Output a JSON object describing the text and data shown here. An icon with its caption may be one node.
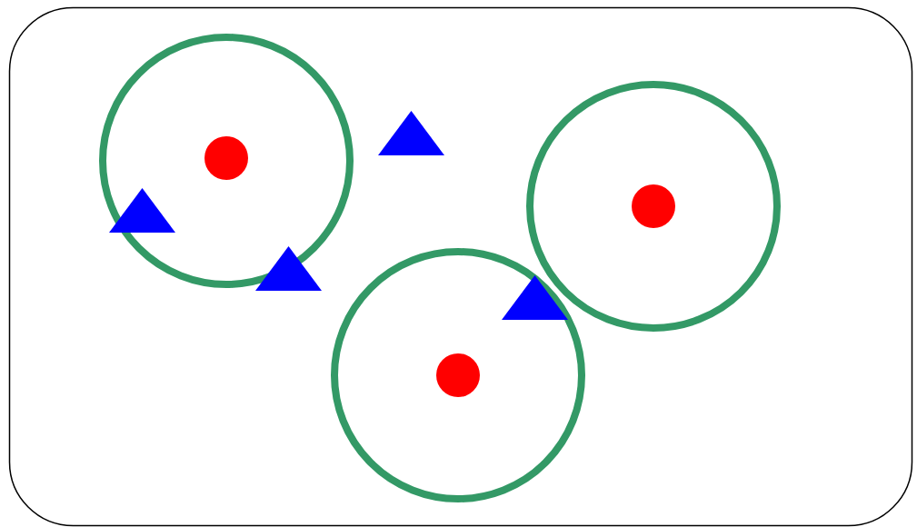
{
  "diagram": {
    "nodes": [
      {
        "text": [],
        "shape": "box"
      },
      {
        "text": [],
        "shape": "circle",
        "in": 0
      },
      {
        "text": [],
        "shape": "dot",
        "in": 1
      },
      {
        "text": [],
        "shape": "circle",
        "in": 0
      },
      {
        "text": [],
        "shape": "dot",
        "in": 3
      },
      {
        "text": [],
        "shape": "circle",
        "in": 0
      },
      {
        "text": [],
        "shape": "dot",
        "in": 5
      },
      {
        "text": [],
        "shape": "triangle",
        "in": 0
      },
      {
        "text": [],
        "shape": "triangle",
        "in": 1
      },
      {
        "text": [],
        "shape": "triangle",
        "in": 0
      },
      {
        "text": [],
        "shape": "triangle",
        "in": 5
      }
    ]
  }
}
